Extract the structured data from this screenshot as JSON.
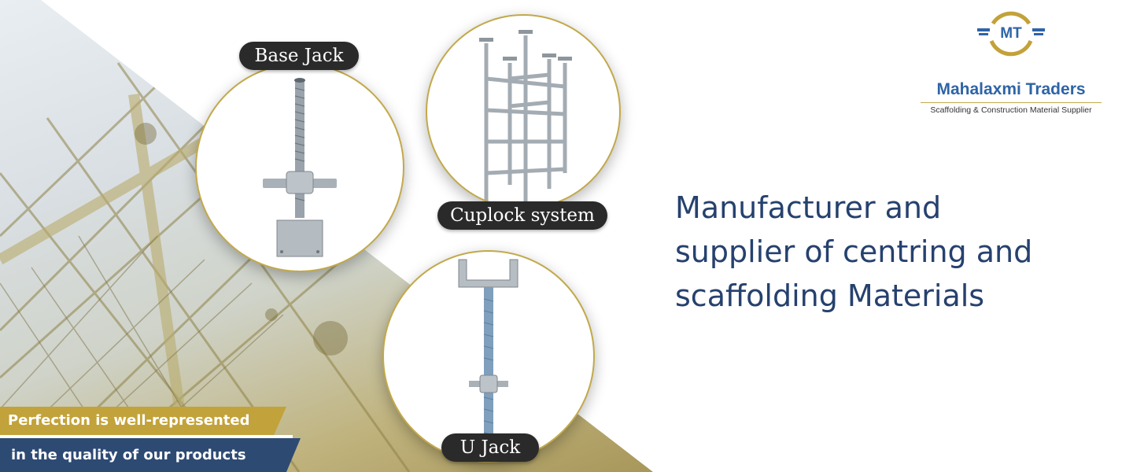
{
  "brand": {
    "emblem_text": "MT",
    "name": "Mahalaxmi Traders",
    "tagline": "Scaffolding & Construction Material Supplier"
  },
  "headline": {
    "line1": "Manufacturer and",
    "line2": "supplier of centring and",
    "line3": "scaffolding Materials"
  },
  "products": [
    {
      "label": "Base Jack"
    },
    {
      "label": "Cuplock system"
    },
    {
      "label": "U Jack"
    }
  ],
  "slogan": {
    "line1": "Perfection is well-represented",
    "line2": "in the quality of our products"
  },
  "colors": {
    "navy": "#26416e",
    "gold": "#c2a23a",
    "band_blue": "#2d4a73",
    "brand_blue": "#2e64a6",
    "pill": "#2a2a2a"
  }
}
